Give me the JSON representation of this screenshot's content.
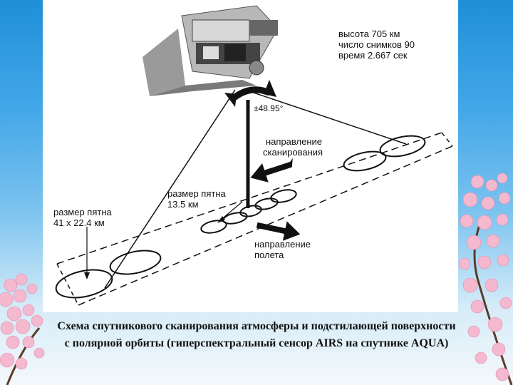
{
  "diagram": {
    "specs": {
      "line1": "высота 705 км",
      "line2": "число снимков 90",
      "line3": "время  2.667 сек"
    },
    "angle_label": "±48.95°",
    "scan_direction": {
      "line1": "направление",
      "line2": "сканирования"
    },
    "spot_center": {
      "line1": "размер пятна",
      "line2": "13.5 км"
    },
    "spot_edge": {
      "line1": "размер пятна",
      "line2": "41 x 22.4 км"
    },
    "flight_direction": {
      "line1": "направление",
      "line2": "полета"
    }
  },
  "caption": {
    "line1": "Схема спутникового сканирования атмосферы и подстилающей поверхности",
    "line2": "с полярной орбиты (гиперспектральный сенсор AIRS на спутнике AQUA)"
  },
  "colors": {
    "background_top": "#1f8fd8",
    "panel": "#ffffff",
    "blossom": "#f4b8cf",
    "ink": "#111111"
  }
}
